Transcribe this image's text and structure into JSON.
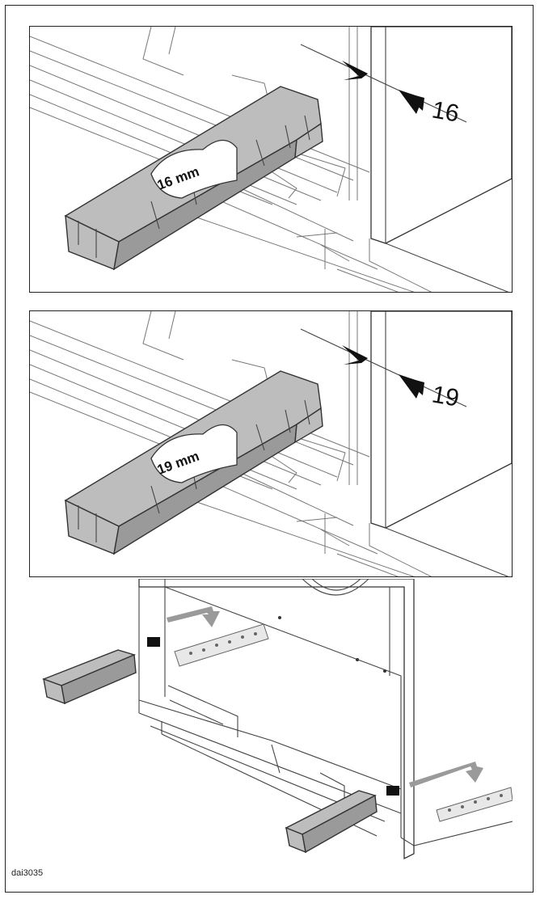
{
  "panels": [
    {
      "dimension_value": "16",
      "plinth_label": "16 mm"
    },
    {
      "dimension_value": "19",
      "plinth_label": "19 mm"
    }
  ],
  "figure_code": "dai3035"
}
